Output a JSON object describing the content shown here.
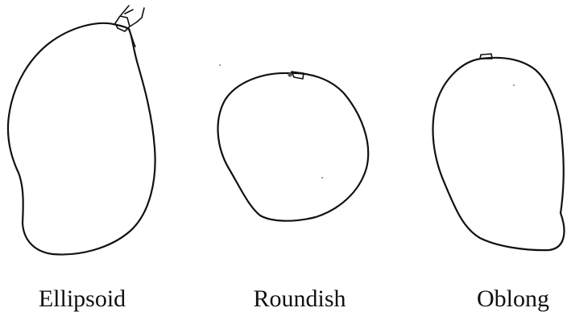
{
  "figure": {
    "shapes": [
      {
        "label": "Ellipsoid"
      },
      {
        "label": "Roundish"
      },
      {
        "label": "Oblong"
      }
    ]
  }
}
